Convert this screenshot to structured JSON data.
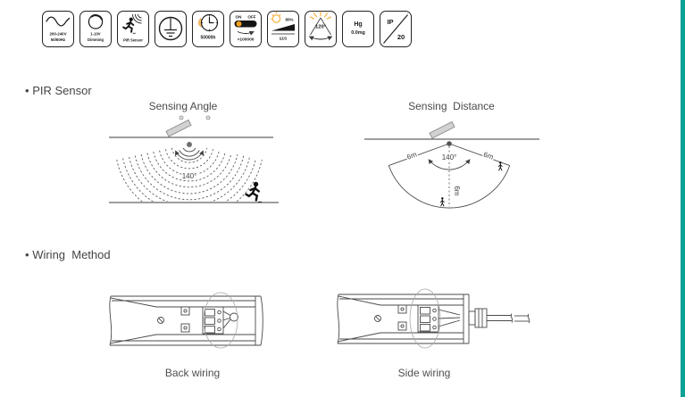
{
  "colors": {
    "teal_accent": "#0aa196",
    "orange_accent": "#f5a21f",
    "ink": "#1a1a1a",
    "label_gray": "#4f4f4f"
  },
  "spec_icons": {
    "items": [
      {
        "name": "ac-voltage",
        "line1": "200-240V",
        "line2": "50/60Hz"
      },
      {
        "name": "dimming",
        "line1": "1-10V",
        "line2": "Dimming"
      },
      {
        "name": "pir-sensor",
        "line1": "PIR Sensor"
      },
      {
        "name": "earth-ground"
      },
      {
        "name": "lifespan",
        "line1": "50000h"
      },
      {
        "name": "switch-cycles",
        "on": "ON",
        "off": "OFF",
        "line1": ">100000"
      },
      {
        "name": "fast-start",
        "pct": "80%",
        "line1": "≤1S"
      },
      {
        "name": "beam-angle",
        "angle": "120°"
      },
      {
        "name": "mercury-free",
        "line1": "Hg",
        "line2": "0.0mg"
      },
      {
        "name": "ip-rating",
        "ip": "IP",
        "rating": "20"
      }
    ]
  },
  "pir_section": {
    "bullet": "•",
    "heading": "PIR Sensor",
    "angle_diagram": {
      "title": "Sensing Angle",
      "angle_label": "140°"
    },
    "distance_diagram": {
      "title": "Sensing  Distance",
      "angle_label": "140°",
      "radius_left": "6m",
      "radius_right": "6m",
      "radius_down": "6m"
    }
  },
  "wiring_section": {
    "bullet": "•",
    "heading": "Wiring  Method",
    "back_label": "Back wiring",
    "side_label": "Side wiring"
  }
}
